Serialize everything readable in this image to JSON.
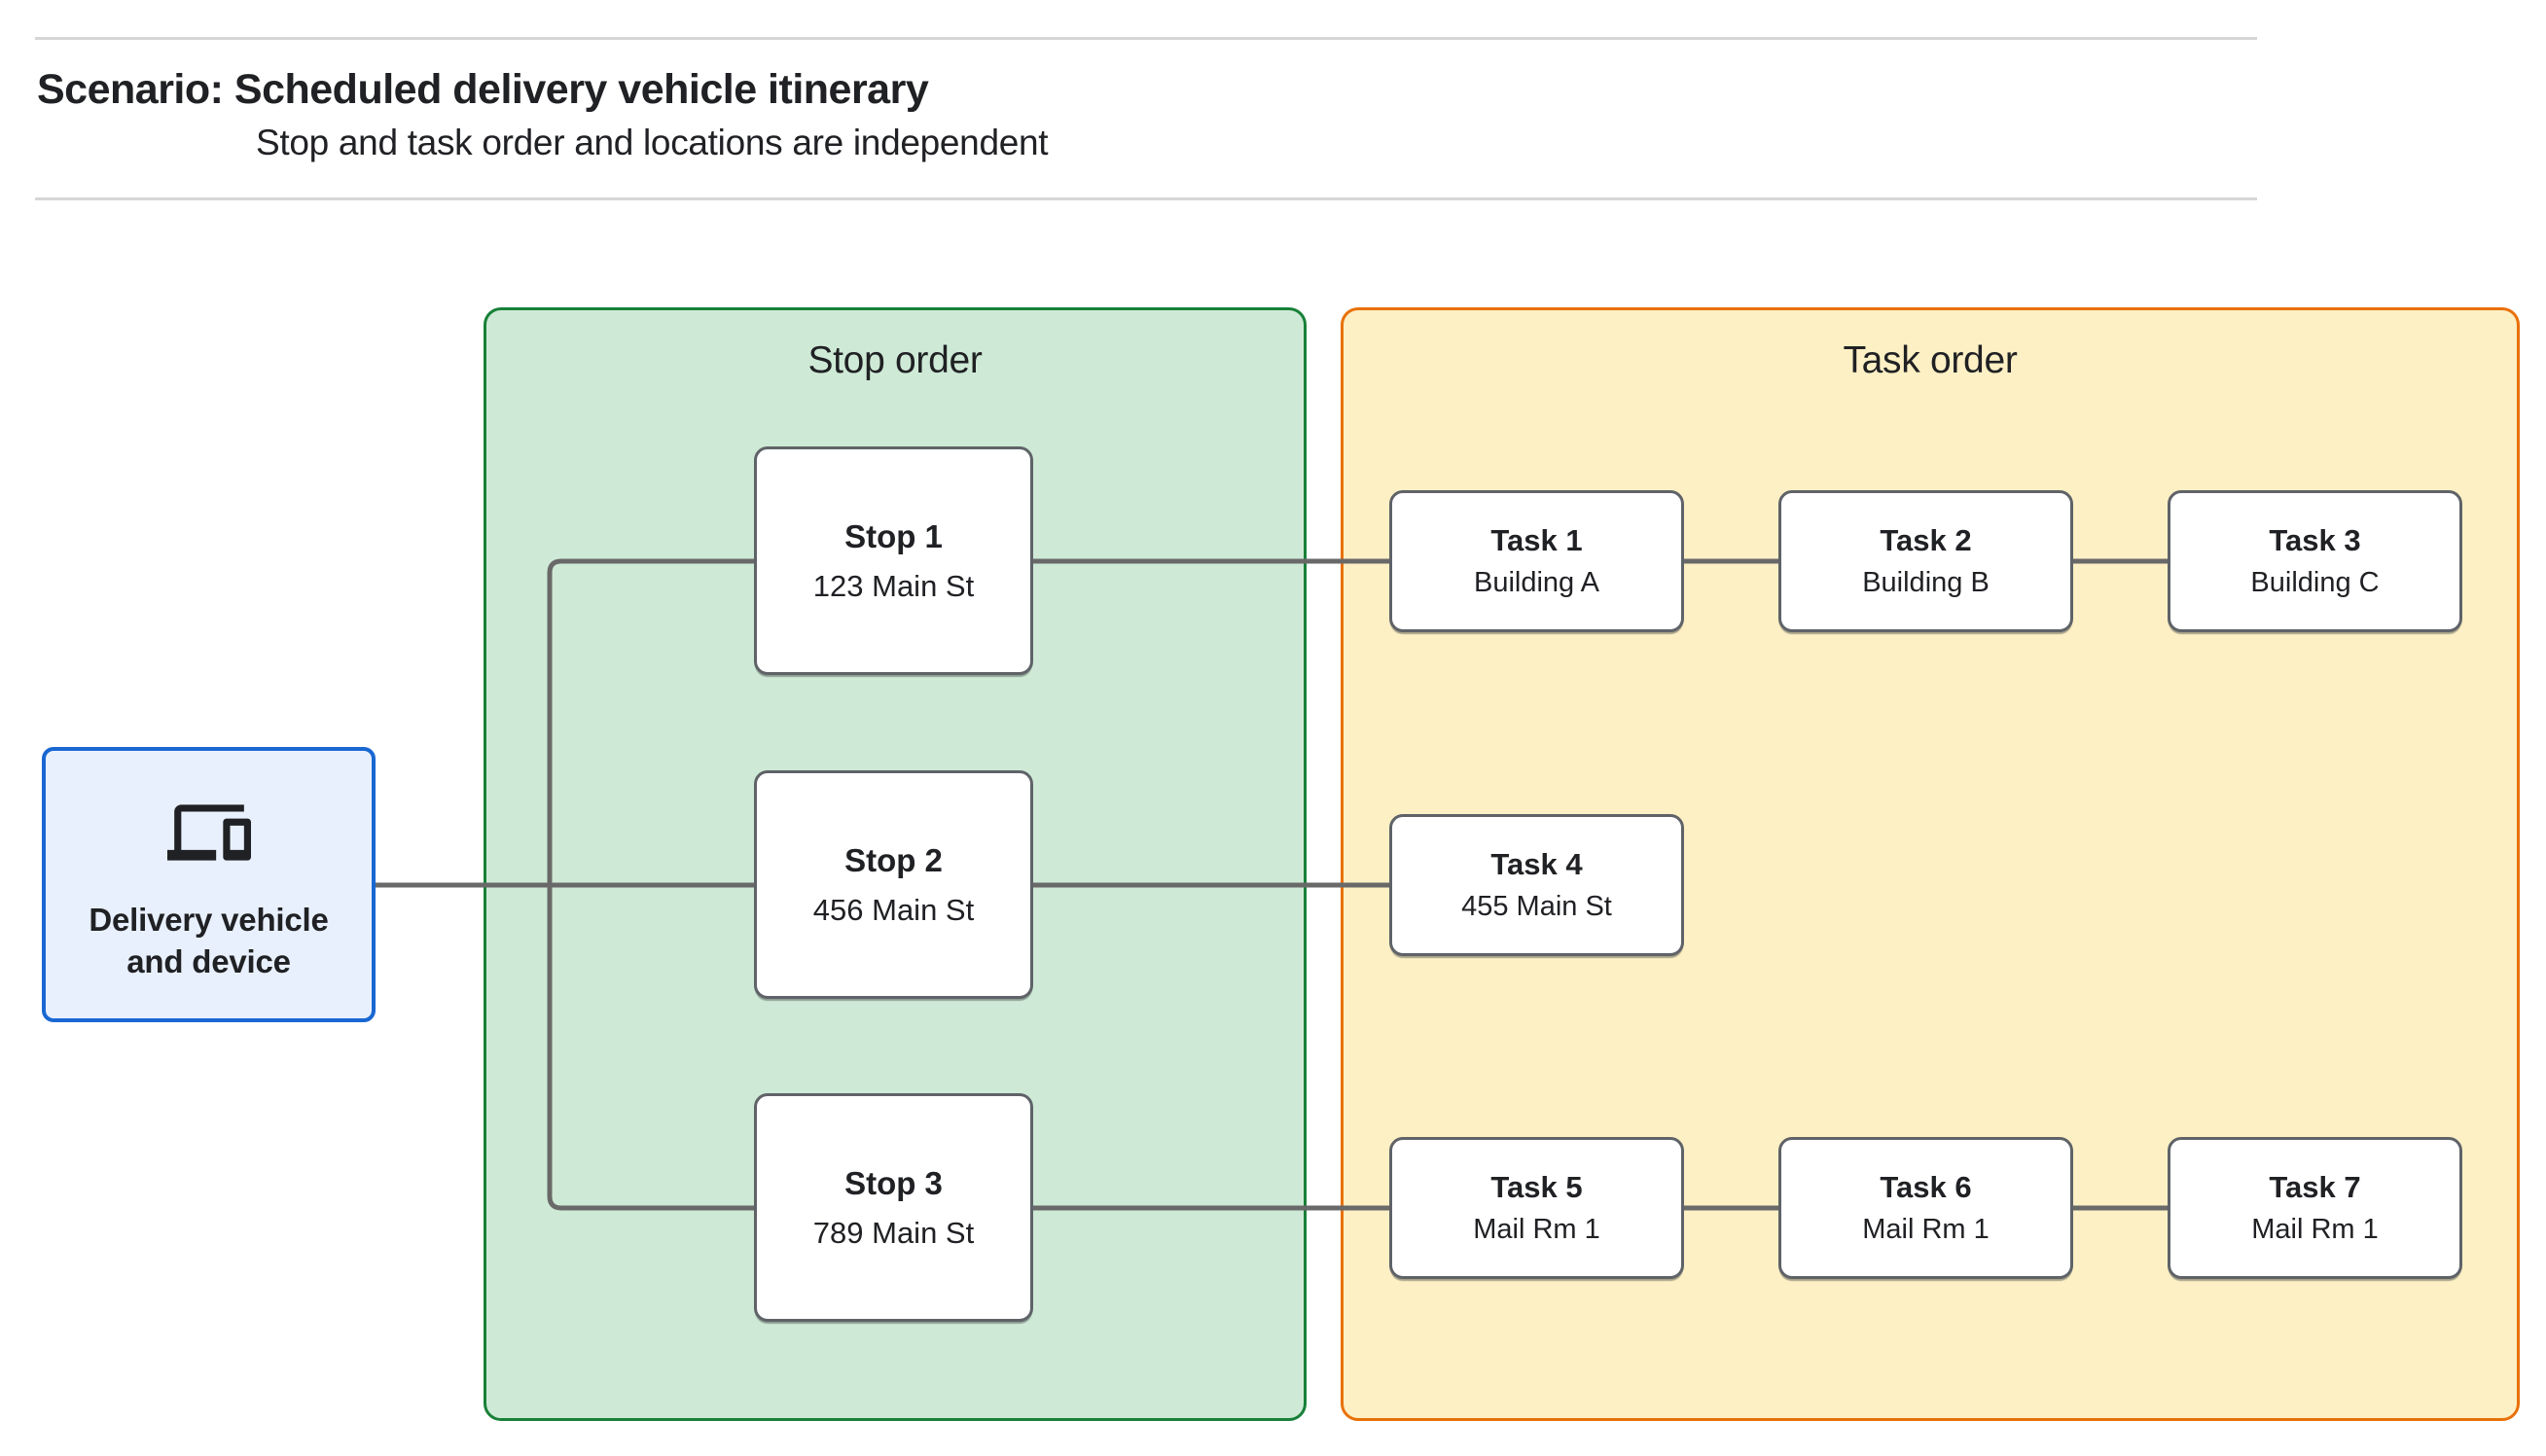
{
  "colors": {
    "stop-panel-fill": "#CEEAD6",
    "stop-panel-border": "#188038",
    "task-panel-fill": "#FDF0C4",
    "task-panel-border": "#E8710A",
    "source-fill": "#E8F0FE",
    "source-border": "#1967D2",
    "connector": "#696969",
    "node-border": "#5F6368",
    "text": "#202124",
    "divider": "#D6D6D6"
  },
  "header": {
    "title": "Scenario: Scheduled delivery vehicle itinerary",
    "subtitle": "Stop and task order and locations are independent"
  },
  "source_node": {
    "label": "Delivery vehicle and device",
    "icon": "devices-icon"
  },
  "panels": {
    "stop": {
      "title": "Stop order"
    },
    "task": {
      "title": "Task order"
    }
  },
  "stops": [
    {
      "name": "Stop 1",
      "location": "123 Main St"
    },
    {
      "name": "Stop 2",
      "location": "456 Main St"
    },
    {
      "name": "Stop 3",
      "location": "789 Main St"
    }
  ],
  "tasks": [
    {
      "name": "Task 1",
      "location": "Building A"
    },
    {
      "name": "Task 2",
      "location": "Building B"
    },
    {
      "name": "Task 3",
      "location": "Building C"
    },
    {
      "name": "Task 4",
      "location": "455 Main St"
    },
    {
      "name": "Task 5",
      "location": "Mail Rm 1"
    },
    {
      "name": "Task 6",
      "location": "Mail Rm 1"
    },
    {
      "name": "Task 7",
      "location": "Mail Rm 1"
    }
  ]
}
